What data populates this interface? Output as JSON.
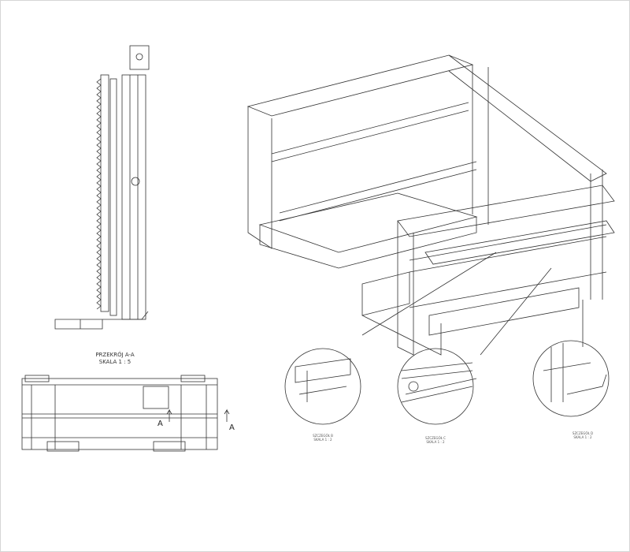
{
  "section_view": {
    "title": "PRZEKRÓJ A-A",
    "scale": "SKALA 1 : 5"
  },
  "section_markers": [
    "A",
    "A"
  ],
  "details": [
    {
      "title": "SZCZEGÓŁ B",
      "scale": "SKALA 1 : 2"
    },
    {
      "title": "SZCZEGÓŁ C",
      "scale": "SKALA 1 : 2"
    },
    {
      "title": "SZCZEGÓŁ D",
      "scale": "SKALA 1 : 2"
    }
  ],
  "colors": {
    "line": "#333333",
    "border": "#d6d6d6"
  }
}
